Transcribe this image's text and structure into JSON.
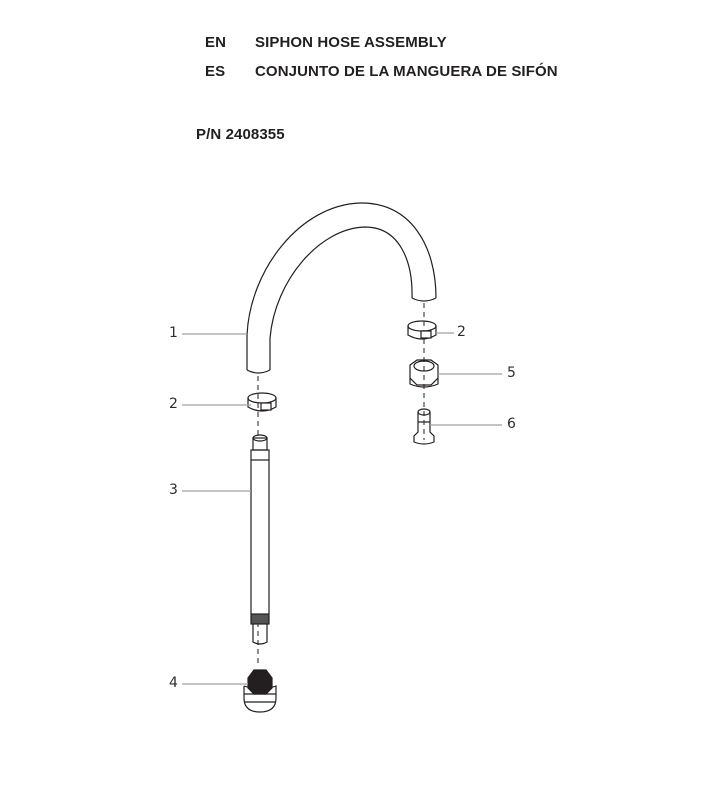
{
  "header": {
    "rows": [
      {
        "lang": "EN",
        "title": "SIPHON HOSE ASSEMBLY"
      },
      {
        "lang": "ES",
        "title": "CONJUNTO DE LA MANGUERA DE SIFÓN"
      }
    ],
    "part_number": "P/N 2408355"
  },
  "diagram": {
    "type": "exploded-parts-view",
    "callouts": [
      {
        "id": "1",
        "label": "1",
        "part": "hose"
      },
      {
        "id": "2a",
        "label": "2",
        "part": "hose-clamp-left"
      },
      {
        "id": "2b",
        "label": "2",
        "part": "hose-clamp-right"
      },
      {
        "id": "3",
        "label": "3",
        "part": "siphon-tube"
      },
      {
        "id": "4",
        "label": "4",
        "part": "inlet-strainer"
      },
      {
        "id": "5",
        "label": "5",
        "part": "hex-nut"
      },
      {
        "id": "6",
        "label": "6",
        "part": "hose-fitting"
      }
    ]
  }
}
